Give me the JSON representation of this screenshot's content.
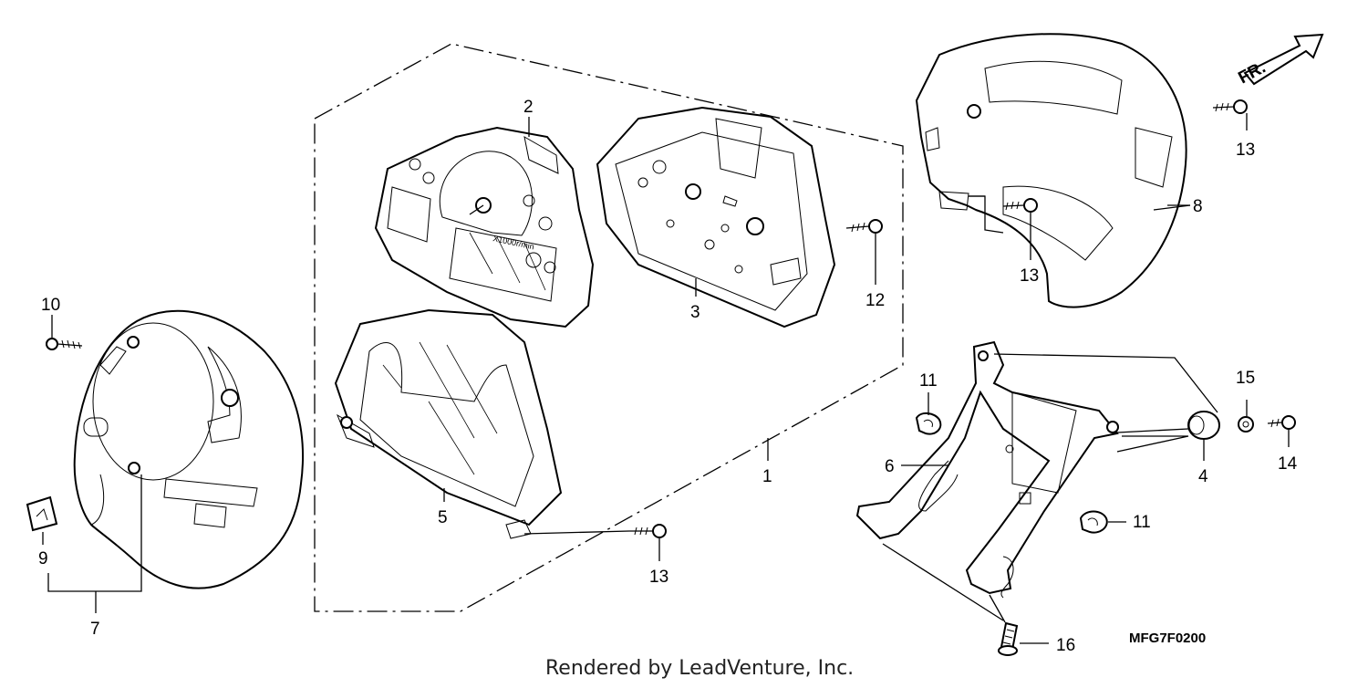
{
  "diagram": {
    "callouts": {
      "c1": "1",
      "c2": "2",
      "c3": "3",
      "c4": "4",
      "c5": "5",
      "c6": "6",
      "c7": "7",
      "c8": "8",
      "c9": "9",
      "c10": "10",
      "c11a": "11",
      "c11b": "11",
      "c12": "12",
      "c13a": "13",
      "c13b": "13",
      "c13c": "13",
      "c14": "14",
      "c15": "15",
      "c16": "16"
    },
    "direction_label": "FR.",
    "gauge_scale_label": "X1000r/min",
    "drawing_code": "MFG7F0200",
    "credit": "Rendered by LeadVenture, Inc."
  }
}
